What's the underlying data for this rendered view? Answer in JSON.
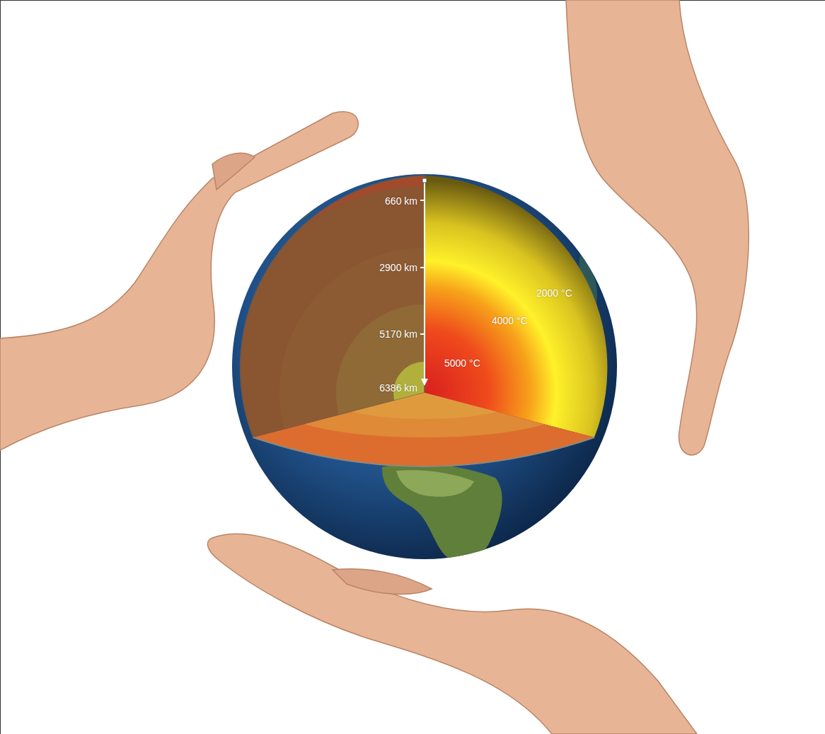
{
  "diagram": {
    "labels": [
      "660 km",
      "2900 km",
      "5170 km",
      "6386 km",
      "2000 °C",
      "4000 °C",
      "5000 °C"
    ]
  }
}
